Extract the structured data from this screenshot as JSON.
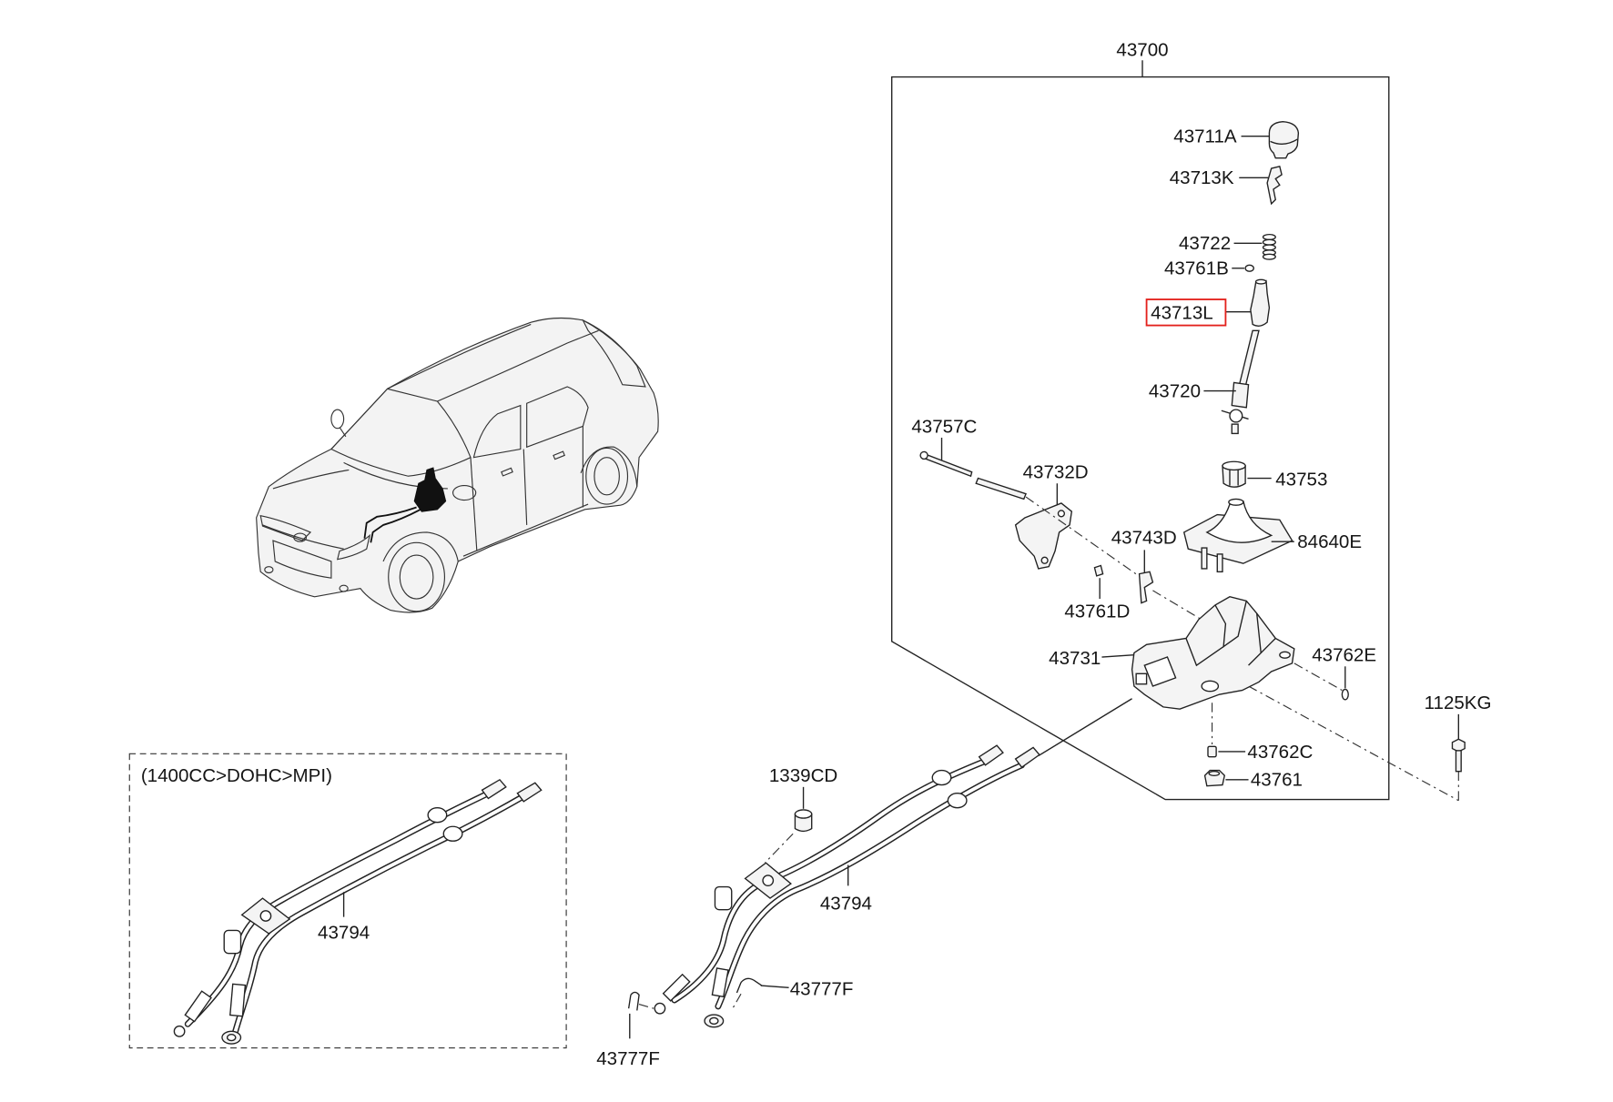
{
  "diagram": {
    "assembly_label": "43700",
    "variant_note": "(1400CC>DOHC>MPI)",
    "highlight_color": "#e3211c",
    "callouts": {
      "knob": "43711A",
      "knob_clip": "43713K",
      "spring": "43722",
      "ring_upper": "43761B",
      "selected_part": "43713L",
      "lever": "43720",
      "bolt": "43757C",
      "bracket": "43732D",
      "bushing": "43753",
      "boot": "84640E",
      "clip": "43743D",
      "pin": "43761D",
      "base_housing": "43731",
      "bushing_side": "43762E",
      "mount_bolt": "1125KG",
      "collar": "43762C",
      "nut": "43761",
      "grommet": "1339CD",
      "cable_assy_main": "43794",
      "cable_clip_right": "43777F",
      "cable_clip_bottom": "43777F",
      "cable_assy_alt": "43794"
    }
  }
}
